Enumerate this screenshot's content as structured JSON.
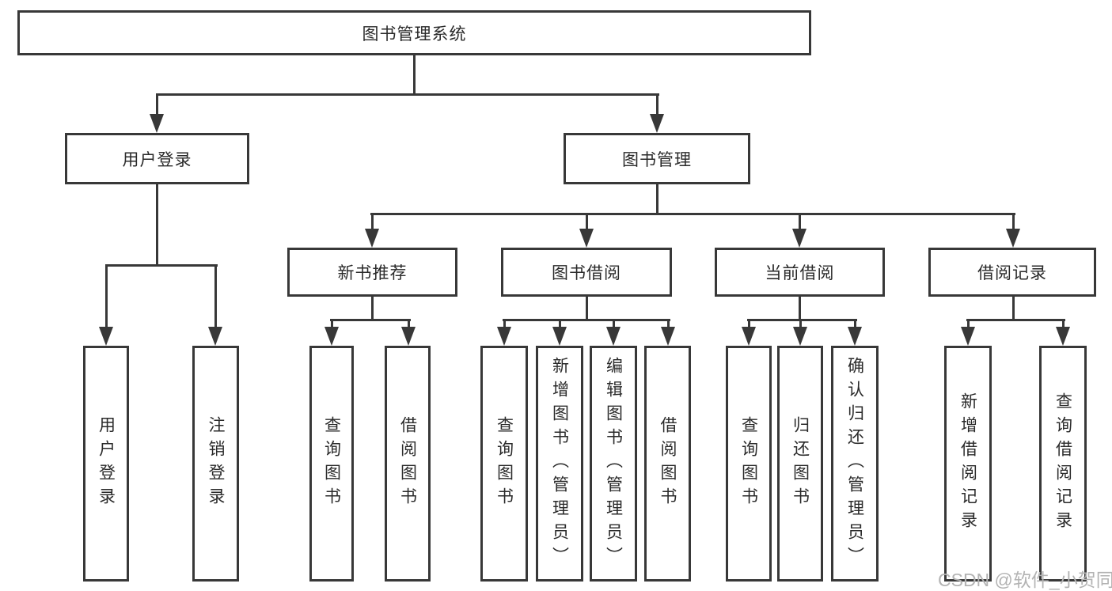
{
  "diagram": {
    "label": "图书管理系统",
    "children": [
      {
        "label": "用户登录",
        "children": [
          {
            "label": "用户登录"
          },
          {
            "label": "注销登录"
          }
        ]
      },
      {
        "label": "图书管理",
        "children": [
          {
            "label": "新书推荐",
            "children": [
              {
                "label": "查询图书"
              },
              {
                "label": "借阅图书"
              }
            ]
          },
          {
            "label": "图书借阅",
            "children": [
              {
                "label": "查询图书"
              },
              {
                "label": "新增图书（管理员）"
              },
              {
                "label": "编辑图书（管理员）"
              },
              {
                "label": "借阅图书"
              }
            ]
          },
          {
            "label": "当前借阅",
            "children": [
              {
                "label": "查询图书"
              },
              {
                "label": "归还图书"
              },
              {
                "label": "确认归还（管理员）"
              }
            ]
          },
          {
            "label": "借阅记录",
            "children": [
              {
                "label": "新增借阅记录"
              },
              {
                "label": "查询借阅记录"
              }
            ]
          }
        ]
      }
    ]
  },
  "watermark": {
    "text": "CSDN @软件_小贺同学"
  },
  "colors": {
    "line": "#383838",
    "text": "#2a2a2a",
    "watermark": "#b3b3b3",
    "background": "#ffffff"
  }
}
